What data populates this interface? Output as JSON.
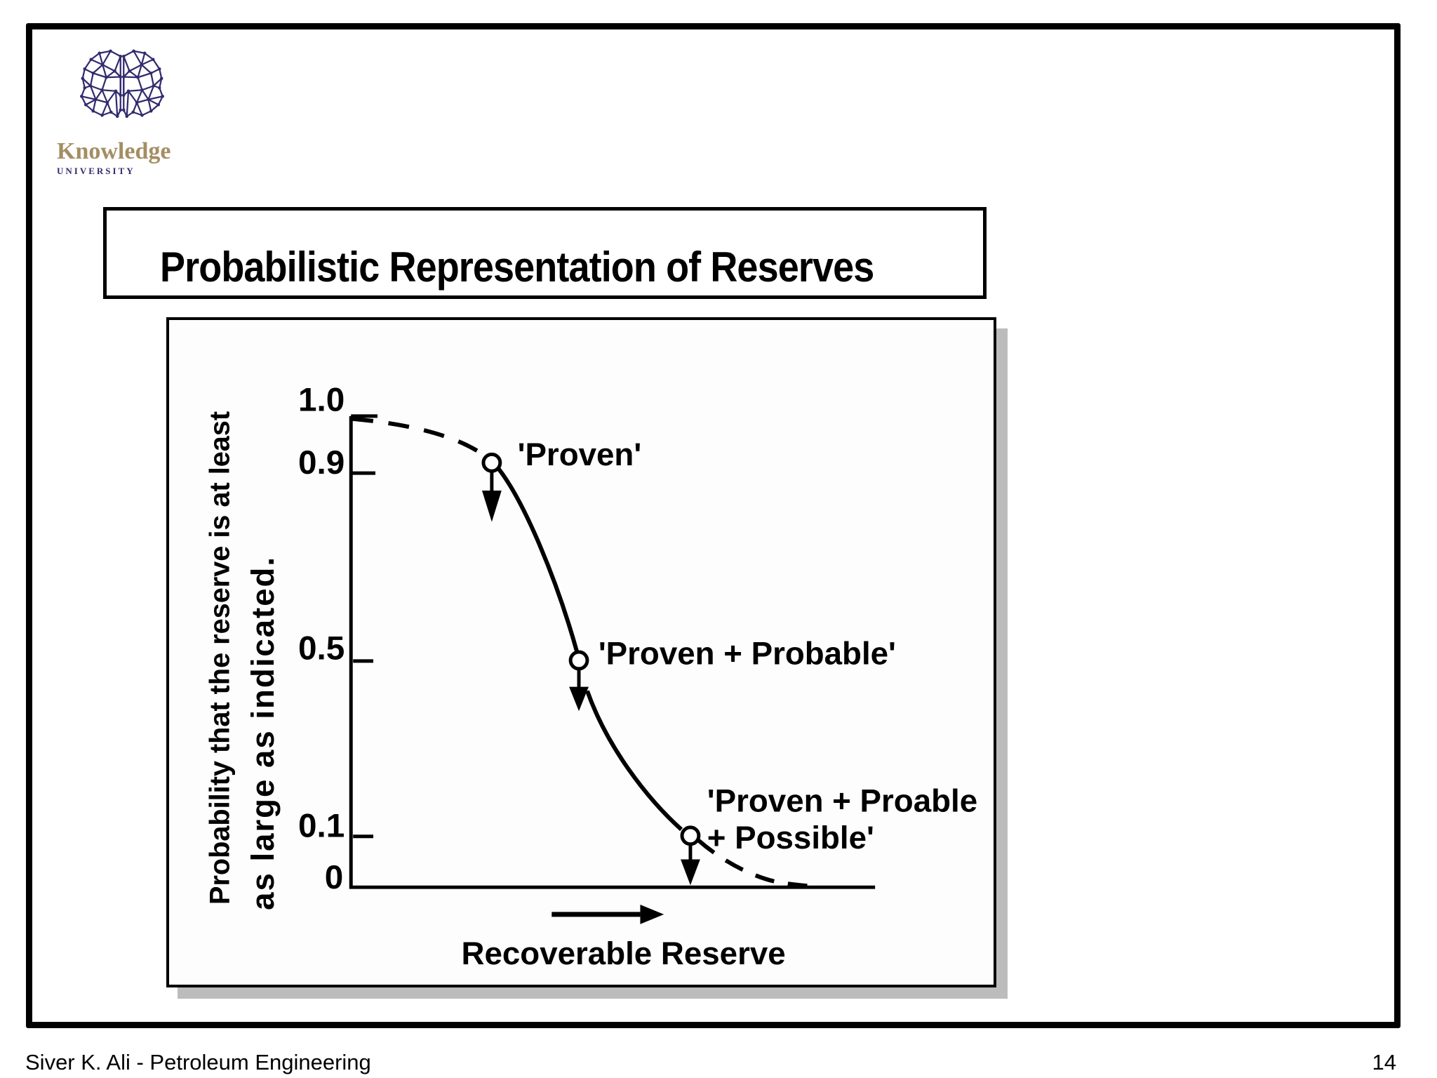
{
  "logo": {
    "name": "Knowledge",
    "subtitle": "UNIVERSITY"
  },
  "title": "Probabilistic Representation of Reserves",
  "footer": {
    "author": "Siver K. Ali - Petroleum Engineering",
    "page_number": "14"
  },
  "colors": {
    "ink": "#000000",
    "figure_shadow": "#bcbcbc",
    "logo_navy": "#312b6e",
    "logo_gold": "#a38e63"
  },
  "chart_data": {
    "type": "line",
    "title": "",
    "xlabel": "Recoverable Reserve",
    "ylabel": "Probability that the reserve is at least as large as indicated.",
    "ylabel_lines": [
      "Probability that the reserve is at least",
      "as large as indicated."
    ],
    "ylim": [
      0,
      1.0
    ],
    "grid": false,
    "legend": false,
    "yticks": [
      {
        "label": "1.0",
        "value": 1.0
      },
      {
        "label": "0.9",
        "value": 0.9
      },
      {
        "label": "0.5",
        "value": 0.5
      },
      {
        "label": "0.1",
        "value": 0.1
      },
      {
        "label": "0",
        "value": 0
      }
    ],
    "curve_style": "S-shaped cumulative probability curve; dashed near probability 1.0 and near 0, solid between marked points; open-circle markers with downward arrows",
    "series": [
      {
        "name": "Probability that recoverable reserve is at least as large as indicated",
        "points": [
          {
            "label": "'Proven'",
            "y": 0.9,
            "x_fraction_est": 0.27
          },
          {
            "label": "'Proven + Probable'",
            "y": 0.5,
            "x_fraction_est": 0.43
          },
          {
            "label": "'Proven + Proable + Possible'",
            "label_line1": "'Proven + Proable",
            "label_line2": "+ Possible'",
            "y": 0.1,
            "x_fraction_est": 0.65
          }
        ]
      }
    ]
  }
}
